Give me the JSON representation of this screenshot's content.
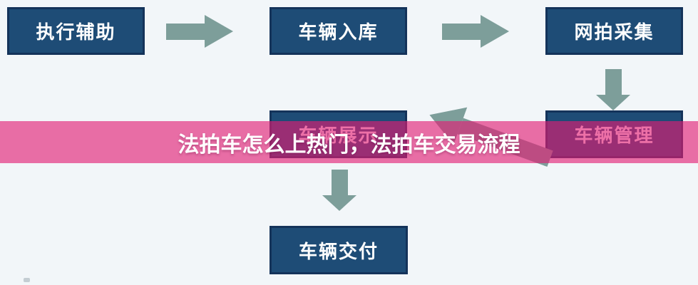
{
  "banner": {
    "title": "法拍车怎么上热门，法拍车交易流程",
    "color": "#e31c73",
    "opacity": 0.63,
    "title_color": "#ffffff"
  },
  "flowchart": {
    "nodes": [
      {
        "id": "execution-assist",
        "label": "执行辅助"
      },
      {
        "id": "vehicle-intake",
        "label": "车辆入库"
      },
      {
        "id": "online-auction",
        "label": "网拍采集"
      },
      {
        "id": "vehicle-management",
        "label": "车辆管理"
      },
      {
        "id": "vehicle-display",
        "label": "车辆展示"
      },
      {
        "id": "vehicle-delivery",
        "label": "车辆交付"
      }
    ],
    "edges": [
      {
        "from": "执行辅助",
        "to": "车辆入库",
        "direction": "right"
      },
      {
        "from": "车辆入库",
        "to": "网拍采集",
        "direction": "right"
      },
      {
        "from": "网拍采集",
        "to": "车辆管理",
        "direction": "down"
      },
      {
        "from": "车辆管理",
        "to": "车辆展示",
        "direction": "up-left"
      },
      {
        "from": "车辆展示",
        "to": "车辆交付",
        "direction": "down"
      }
    ],
    "colors": {
      "node_fill": "#1e4c76",
      "node_border": "#14335a",
      "node_text": "#ffffff",
      "arrow": "#7d9e9a",
      "background": "#f2f6f9"
    }
  }
}
